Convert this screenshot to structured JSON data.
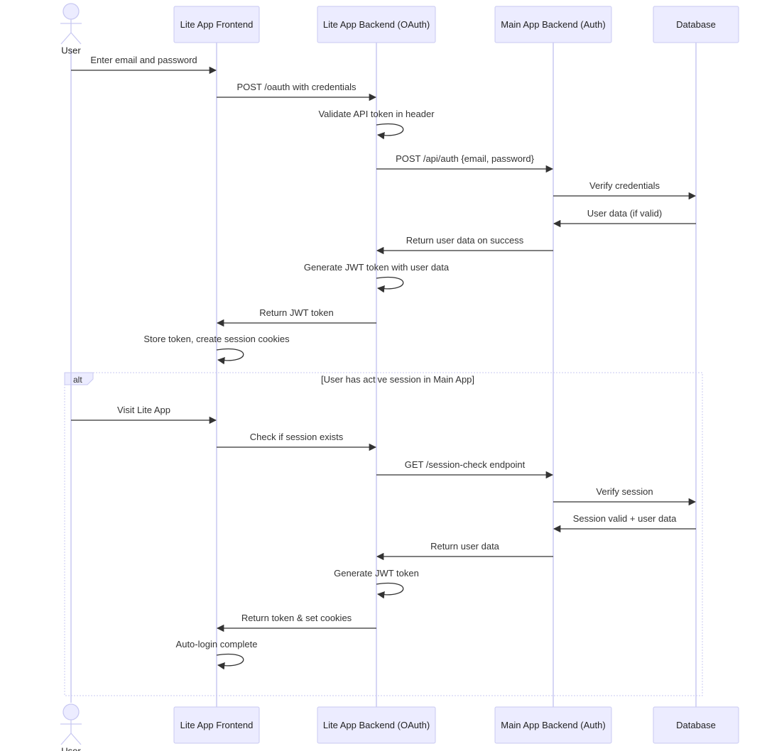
{
  "participants": [
    {
      "id": "user",
      "label": "User",
      "kind": "actor"
    },
    {
      "id": "frontend",
      "label": "Lite App Frontend",
      "kind": "box"
    },
    {
      "id": "backend",
      "label": "Lite App Backend (OAuth)",
      "kind": "box"
    },
    {
      "id": "main",
      "label": "Main App Backend (Auth)",
      "kind": "box"
    },
    {
      "id": "db",
      "label": "Database",
      "kind": "box"
    }
  ],
  "messages": [
    {
      "from": "user",
      "to": "frontend",
      "text": "Enter email and password"
    },
    {
      "from": "frontend",
      "to": "backend",
      "text": "POST /oauth with credentials"
    },
    {
      "from": "backend",
      "to": "backend",
      "text": "Validate API token in header"
    },
    {
      "from": "backend",
      "to": "main",
      "text": "POST /api/auth {email, password}"
    },
    {
      "from": "main",
      "to": "db",
      "text": "Verify credentials"
    },
    {
      "from": "db",
      "to": "main",
      "text": "User data (if valid)"
    },
    {
      "from": "main",
      "to": "backend",
      "text": "Return user data on success"
    },
    {
      "from": "backend",
      "to": "backend",
      "text": "Generate JWT token with user data"
    },
    {
      "from": "backend",
      "to": "frontend",
      "text": "Return JWT token"
    },
    {
      "from": "frontend",
      "to": "frontend",
      "text": "Store token, create session cookies"
    },
    {
      "from": "user",
      "to": "frontend",
      "text": "Visit Lite App"
    },
    {
      "from": "frontend",
      "to": "backend",
      "text": "Check if session exists"
    },
    {
      "from": "backend",
      "to": "main",
      "text": "GET /session-check endpoint"
    },
    {
      "from": "main",
      "to": "db",
      "text": "Verify session"
    },
    {
      "from": "db",
      "to": "main",
      "text": "Session valid + user data"
    },
    {
      "from": "main",
      "to": "backend",
      "text": "Return user data"
    },
    {
      "from": "backend",
      "to": "backend",
      "text": "Generate JWT token"
    },
    {
      "from": "backend",
      "to": "frontend",
      "text": "Return token & set cookies"
    },
    {
      "from": "frontend",
      "to": "frontend",
      "text": "Auto-login complete"
    }
  ],
  "alt_block": {
    "label": "alt",
    "condition": "[User has active session in Main App]",
    "first_message": 10,
    "last_message": 18
  },
  "colors": {
    "box_fill": "#ECECFF",
    "box_stroke": "#c9c9f2",
    "line": "#333333"
  }
}
